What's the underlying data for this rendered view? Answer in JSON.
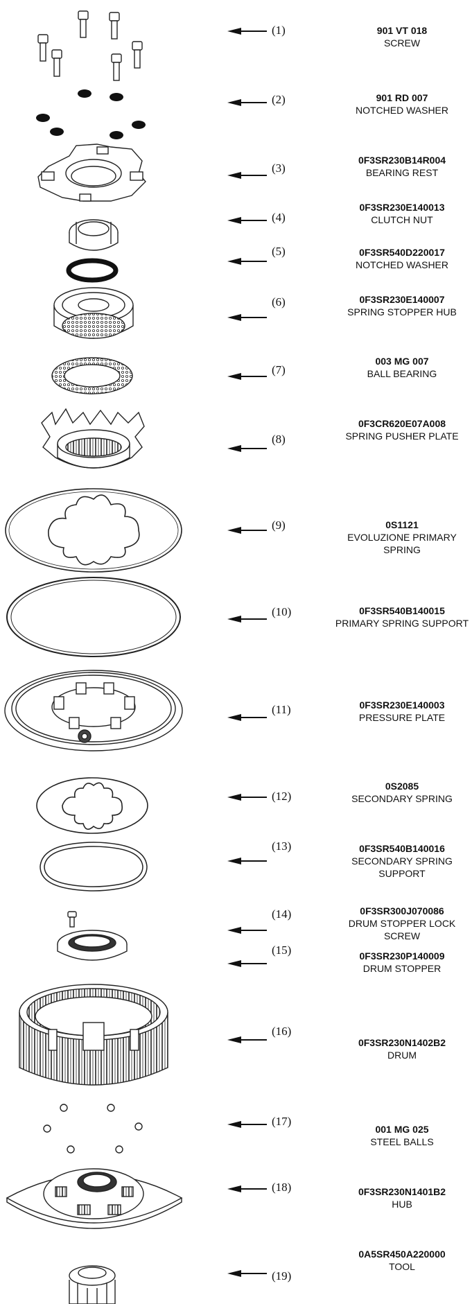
{
  "parts": [
    {
      "number": "(1)",
      "code": "901 VT 018",
      "name": "SCREW"
    },
    {
      "number": "(2)",
      "code": "901 RD 007",
      "name": "NOTCHED WASHER"
    },
    {
      "number": "(3)",
      "code": "0F3SR230B14R004",
      "name": "BEARING REST"
    },
    {
      "number": "(4)",
      "code": "0F3SR230E140013",
      "name": "CLUTCH NUT"
    },
    {
      "number": "(5)",
      "code": "0F3SR540D220017",
      "name": "NOTCHED WASHER"
    },
    {
      "number": "(6)",
      "code": "0F3SR230E140007",
      "name": "SPRING STOPPER HUB"
    },
    {
      "number": "(7)",
      "code": "003 MG 007",
      "name": "BALL BEARING"
    },
    {
      "number": "(8)",
      "code": "0F3CR620E07A008",
      "name": "SPRING PUSHER PLATE"
    },
    {
      "number": "(9)",
      "code": "0S1121",
      "name": "EVOLUZIONE PRIMARY SPRING"
    },
    {
      "number": "(10)",
      "code": "0F3SR540B140015",
      "name": "PRIMARY SPRING SUPPORT"
    },
    {
      "number": "(11)",
      "code": "0F3SR230E140003",
      "name": "PRESSURE PLATE"
    },
    {
      "number": "(12)",
      "code": "0S2085",
      "name": "SECONDARY SPRING"
    },
    {
      "number": "(13)",
      "code": "0F3SR540B140016",
      "name": "SECONDARY SPRING SUPPORT"
    },
    {
      "number": "(14)",
      "code": "0F3SR300J070086",
      "name": "DRUM STOPPER LOCK SCREW"
    },
    {
      "number": "(15)",
      "code": "0F3SR230P140009",
      "name": "DRUM STOPPER"
    },
    {
      "number": "(16)",
      "code": "0F3SR230N1402B2",
      "name": "DRUM"
    },
    {
      "number": "(17)",
      "code": "001 MG 025",
      "name": "STEEL BALLS"
    },
    {
      "number": "(18)",
      "code": "0F3SR230N1401B2",
      "name": "HUB"
    },
    {
      "number": "(19)",
      "code": "0A5SR450A220000",
      "name": "TOOL"
    }
  ]
}
